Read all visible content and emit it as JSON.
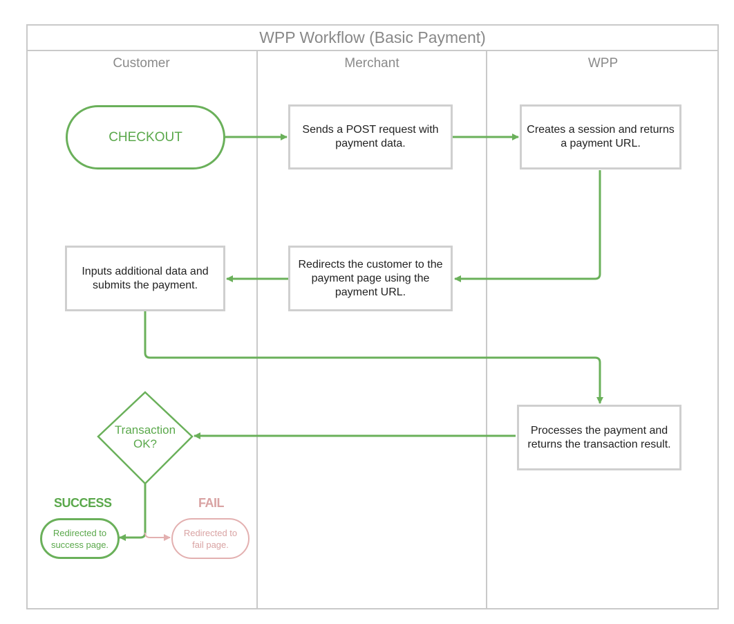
{
  "diagram": {
    "title": "WPP Workflow (Basic Payment)",
    "lanes": [
      "Customer",
      "Merchant",
      "WPP"
    ],
    "nodes": {
      "checkout": "CHECKOUT",
      "merchant_post": "Sends a POST request with payment data.",
      "wpp_session": "Creates a session and returns a payment URL.",
      "merchant_redirect": "Redirects the customer to the payment page using the payment URL.",
      "customer_input": "Inputs additional data and submits the payment.",
      "wpp_process": "Processes the payment and returns the transaction result.",
      "decision_line1": "Transaction",
      "decision_line2": "OK?",
      "success_label": "SUCCESS",
      "fail_label": "FAIL",
      "success_end_line1": "Redirected to",
      "success_end_line2": "success page.",
      "fail_end_line1": "Redirected to",
      "fail_end_line2": "fail page."
    },
    "colors": {
      "flow": "#6ab05a",
      "success": "#5aa84b",
      "fail": "#d9a3a3",
      "border": "#c9c9c9"
    }
  }
}
